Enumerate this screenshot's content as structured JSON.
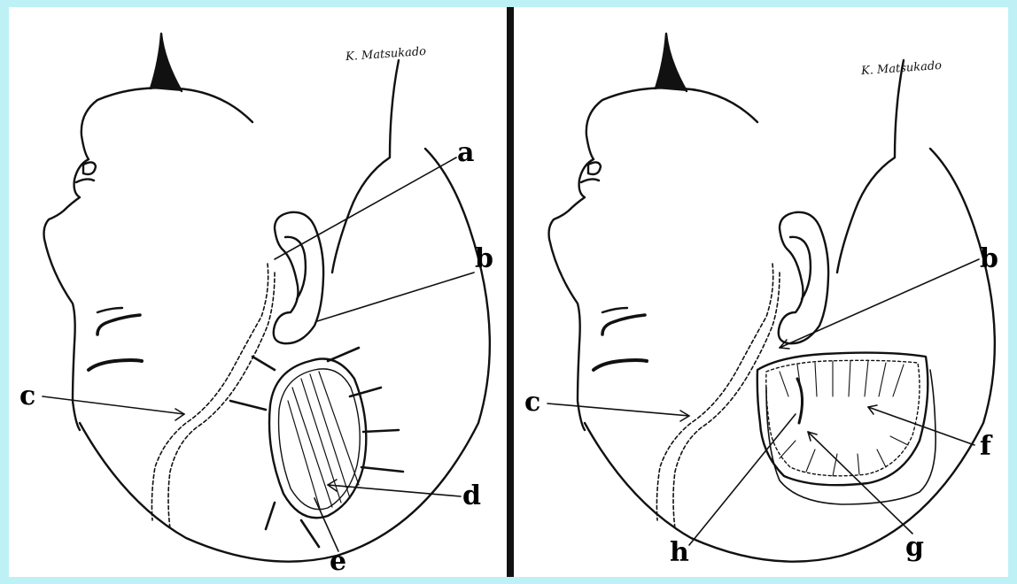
{
  "left_panel": {
    "signature": "K. Matsukado",
    "labels": {
      "a": "a",
      "b": "b",
      "c": "c",
      "d": "d",
      "e": "e"
    }
  },
  "right_panel": {
    "signature": "K. Matsukado",
    "labels": {
      "b": "b",
      "c": "c",
      "f": "f",
      "g": "g",
      "h": "h"
    }
  },
  "colors": {
    "background": "#bdf1f6",
    "ink": "#111111",
    "panel": "#ffffff"
  }
}
